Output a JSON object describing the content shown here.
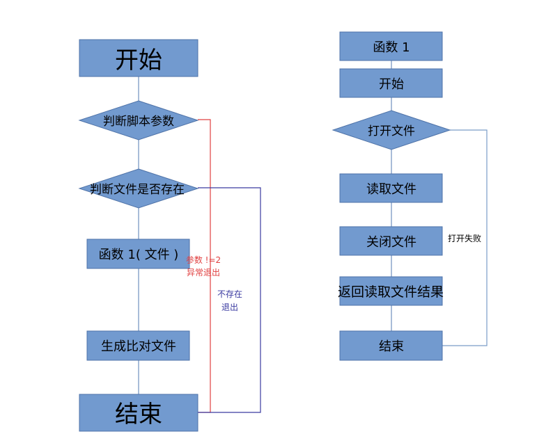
{
  "left_flow": {
    "start": "开始",
    "check_args": "判断脚本参数",
    "check_file": "判断文件是否存在",
    "call_func": "函数 1( 文件 )",
    "gen_file": "生成比对文件",
    "end": "结束",
    "args_error_line1": "参数 !=2",
    "args_error_line2": "异常退出",
    "not_exist_line1": "不存在",
    "not_exist_line2": "退出"
  },
  "right_flow": {
    "func_title": "函数 1",
    "start": "开始",
    "open_file": "打开文件",
    "read_file": "读取文件",
    "close_file": "关闭文件",
    "return_result": "返回读取文件结果",
    "end": "结束",
    "open_fail": "打开失败"
  },
  "colors": {
    "box_fill": "#729ACF",
    "error_line": "#E04040",
    "exit_line": "#3A3AA0"
  }
}
